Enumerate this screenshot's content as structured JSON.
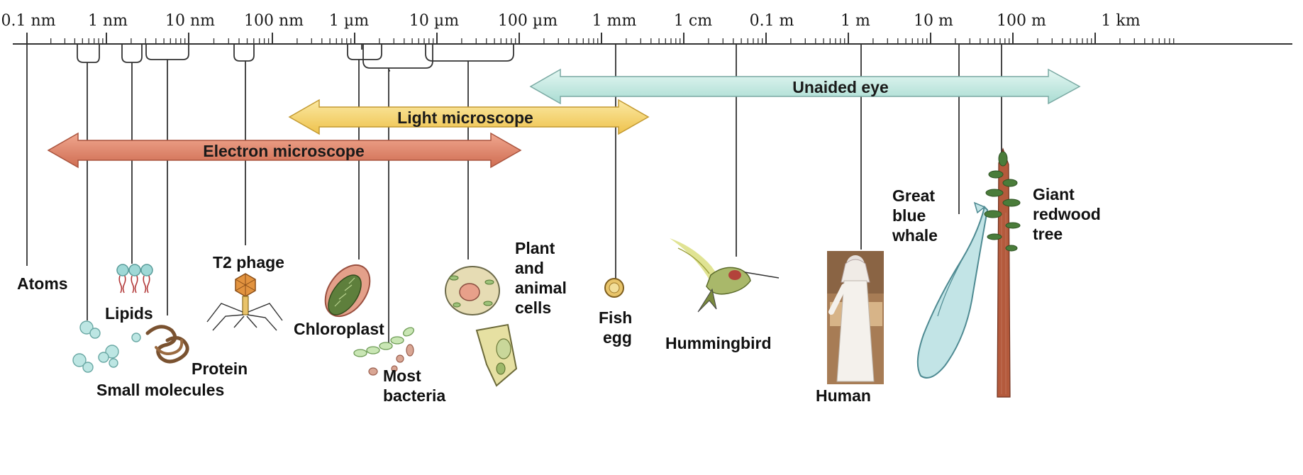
{
  "scale": {
    "ticks": [
      "0.1 nm",
      "1 nm",
      "10 nm",
      "100 nm",
      "1 µm",
      "10 µm",
      "100 µm",
      "1 mm",
      "1 cm",
      "0.1 m",
      "1 m",
      "10 m",
      "100 m",
      "1 km"
    ]
  },
  "bands": {
    "unaided_eye": "Unaided eye",
    "light_microscope": "Light microscope",
    "electron_microscope": "Electron microscope"
  },
  "items": {
    "atoms": "Atoms",
    "lipids": "Lipids",
    "small_molecules": "Small molecules",
    "protein": "Protein",
    "t2_phage": "T2 phage",
    "chloroplast": "Chloroplast",
    "most_bacteria": [
      "Most",
      "bacteria"
    ],
    "plant_animal_cells": [
      "Plant",
      "and",
      "animal",
      "cells"
    ],
    "fish_egg": [
      "Fish",
      "egg"
    ],
    "hummingbird": "Hummingbird",
    "human": "Human",
    "whale": [
      "Great",
      "blue",
      "whale"
    ],
    "redwood": [
      "Giant",
      "redwood",
      "tree"
    ]
  },
  "colors": {
    "unaided_eye": "#cfeee8",
    "light_microscope": "#f7dc7c",
    "electron_microscope": "#e48c72",
    "line": "#3a3a3a"
  }
}
